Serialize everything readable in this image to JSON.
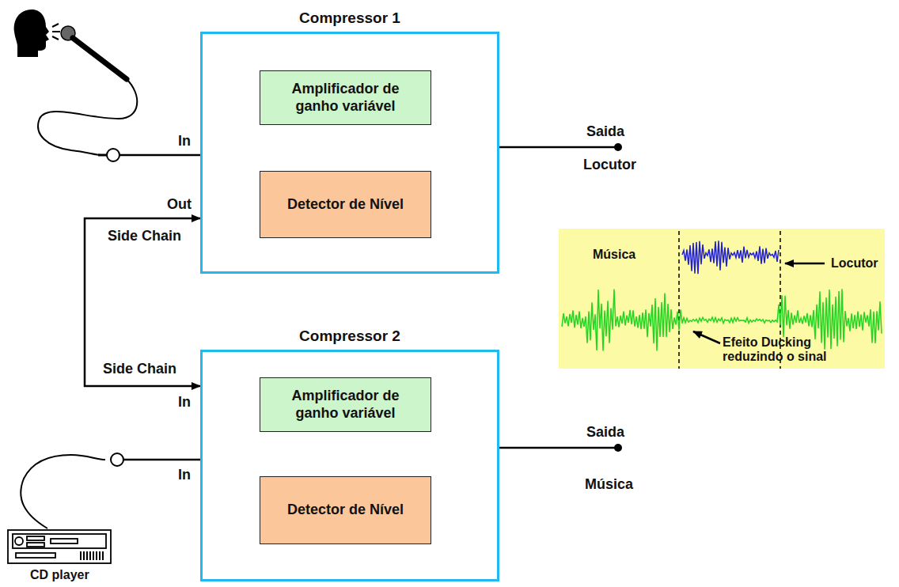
{
  "diagram": {
    "nodes": [
      {
        "text": [
          "Compressor 1"
        ]
      },
      {
        "text": [
          "Amplificador de ganho variável"
        ],
        "in": 0
      },
      {
        "text": [
          "Detector de Nível"
        ],
        "in": 0
      },
      {
        "text": [
          "Compressor 2"
        ]
      },
      {
        "text": [
          "Amplificador de ganho variável"
        ],
        "in": 3
      },
      {
        "text": [
          "Detector de Nível"
        ],
        "in": 3
      }
    ],
    "edges": [
      {
        "from": 0,
        "to": 3,
        "arrow": "both"
      }
    ],
    "labels": [
      "In",
      "Saida",
      "Locutor",
      "Out",
      "Side Chain",
      "Música",
      "Locutor",
      "Side Chain",
      "Efeito Ducking reduzindo o sinal",
      "In",
      "Saida",
      "In",
      "Música",
      "CD player"
    ]
  }
}
